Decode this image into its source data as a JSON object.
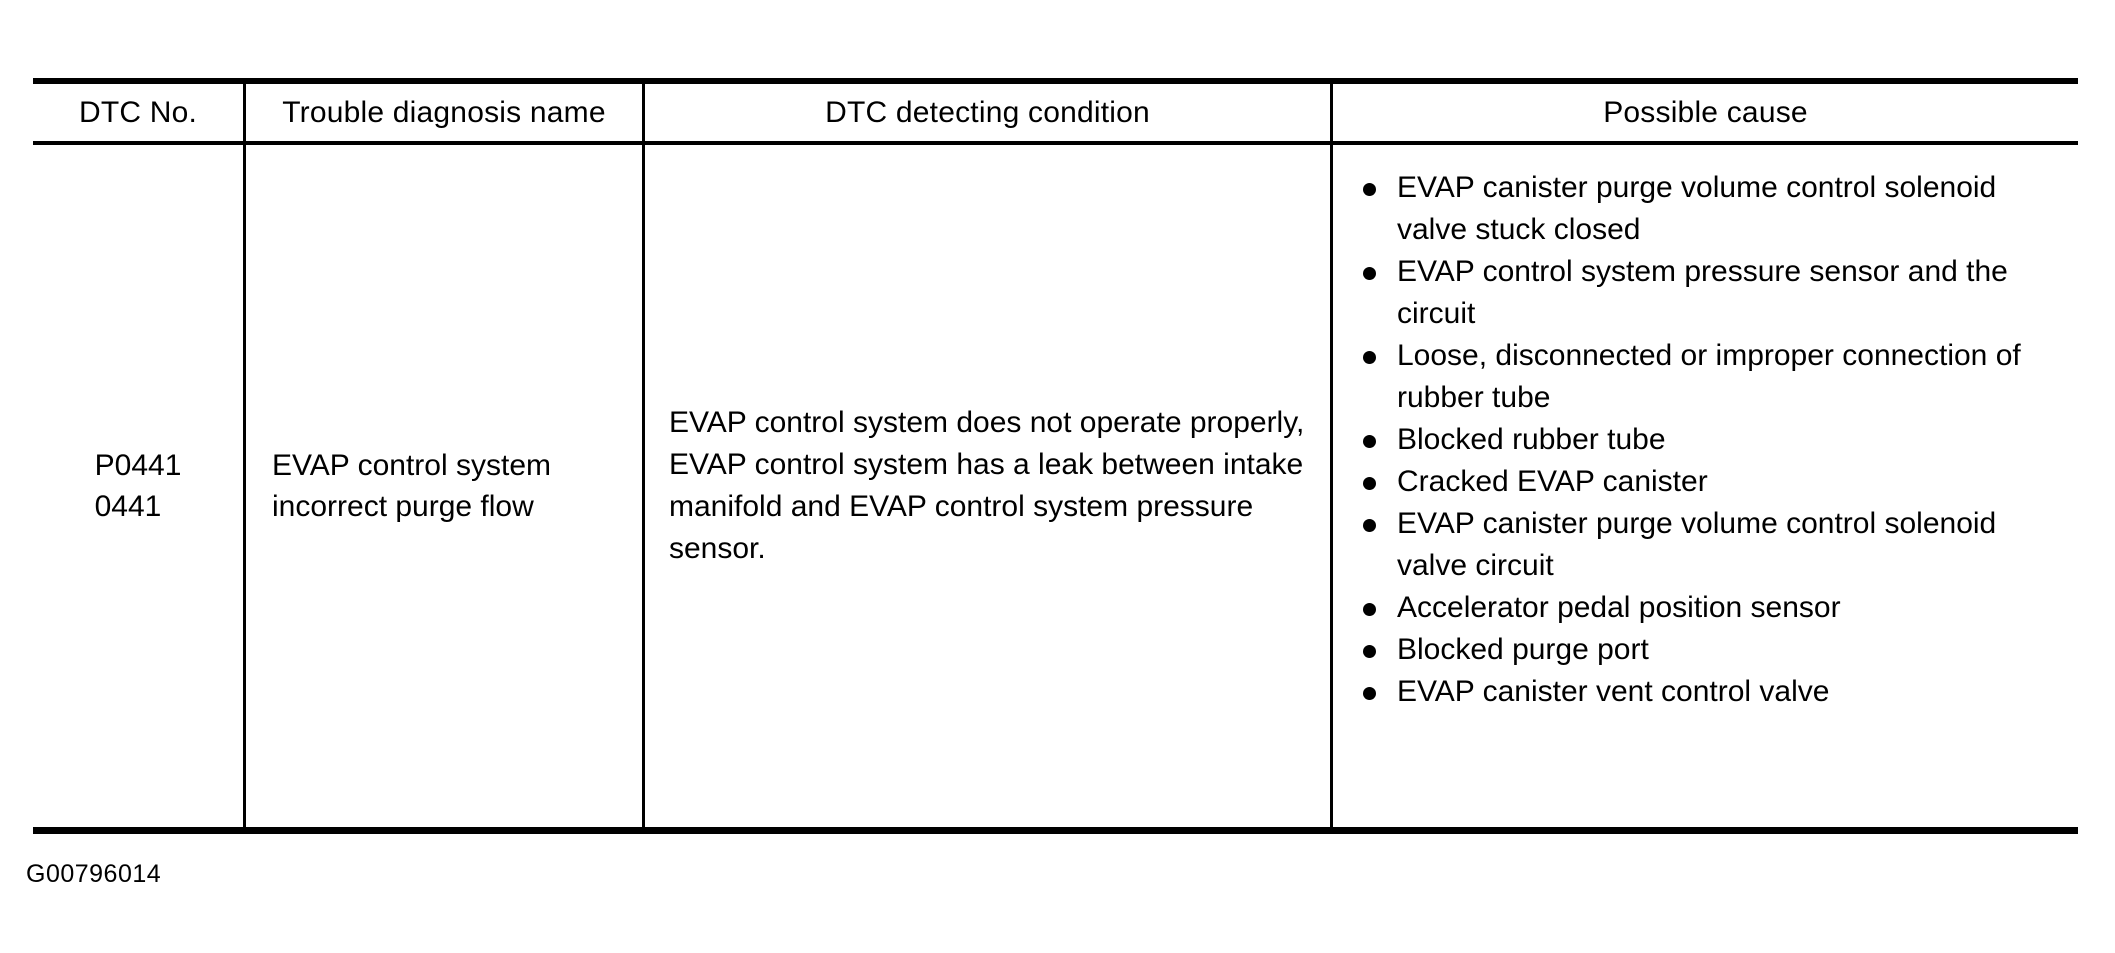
{
  "document": {
    "caption": "G00796014"
  },
  "table": {
    "headers": [
      "DTC No.",
      "Trouble diagnosis name",
      "DTC detecting condition",
      "Possible cause"
    ],
    "rows": [
      {
        "dtc_no": "P0441\n0441",
        "trouble_diagnosis_name": "EVAP control system incorrect purge flow",
        "dtc_detecting_condition": "EVAP control system does not operate properly, EVAP control system has a leak between intake manifold and EVAP control system pressure sensor.",
        "possible_causes": [
          "EVAP canister purge volume control solenoid valve stuck closed",
          "EVAP control system pressure sensor and the circuit",
          "Loose, disconnected or improper connection of rubber tube",
          "Blocked rubber tube",
          "Cracked EVAP canister",
          "EVAP canister purge volume control solenoid valve circuit",
          "Accelerator pedal position sensor",
          "Blocked purge port",
          "EVAP canister vent control valve"
        ]
      }
    ]
  },
  "colors": {
    "ink": "#000000",
    "paper": "#ffffff"
  }
}
